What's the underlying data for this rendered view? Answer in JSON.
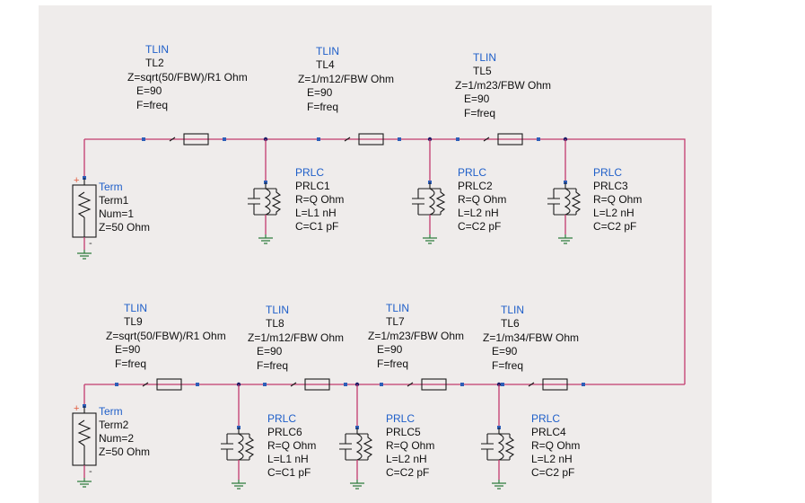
{
  "colors": {
    "background": "#efeceb",
    "wire": "#c23b6e",
    "ground": "#2e7b3c",
    "component_type": "#1f5fc9",
    "parameters": "#101010"
  },
  "tlines": {
    "TL2": {
      "type": "TLIN",
      "name": "TL2",
      "z": "Z=sqrt(50/FBW)/R1 Ohm",
      "e": "E=90",
      "f": "F=freq"
    },
    "TL4": {
      "type": "TLIN",
      "name": "TL4",
      "z": "Z=1/m12/FBW Ohm",
      "e": "E=90",
      "f": "F=freq"
    },
    "TL5": {
      "type": "TLIN",
      "name": "TL5",
      "z": "Z=1/m23/FBW Ohm",
      "e": "E=90",
      "f": "F=freq"
    },
    "TL9": {
      "type": "TLIN",
      "name": "TL9",
      "z": "Z=sqrt(50/FBW)/R1 Ohm",
      "e": "E=90",
      "f": "F=freq"
    },
    "TL8": {
      "type": "TLIN",
      "name": "TL8",
      "z": "Z=1/m12/FBW Ohm",
      "e": "E=90",
      "f": "F=freq"
    },
    "TL7": {
      "type": "TLIN",
      "name": "TL7",
      "z": "Z=1/m23/FBW Ohm",
      "e": "E=90",
      "f": "F=freq"
    },
    "TL6": {
      "type": "TLIN",
      "name": "TL6",
      "z": "Z=1/m34/FBW Ohm",
      "e": "E=90",
      "f": "F=freq"
    }
  },
  "prlcs": {
    "PRLC1": {
      "type": "PRLC",
      "name": "PRLC1",
      "r": "R=Q Ohm",
      "l": "L=L1 nH",
      "c": "C=C1 pF"
    },
    "PRLC2": {
      "type": "PRLC",
      "name": "PRLC2",
      "r": "R=Q Ohm",
      "l": "L=L2 nH",
      "c": "C=C2 pF"
    },
    "PRLC3": {
      "type": "PRLC",
      "name": "PRLC3",
      "r": "R=Q Ohm",
      "l": "L=L2 nH",
      "c": "C=C2 pF"
    },
    "PRLC6": {
      "type": "PRLC",
      "name": "PRLC6",
      "r": "R=Q Ohm",
      "l": "L=L1 nH",
      "c": "C=C1 pF"
    },
    "PRLC5": {
      "type": "PRLC",
      "name": "PRLC5",
      "r": "R=Q Ohm",
      "l": "L=L2 nH",
      "c": "C=C2 pF"
    },
    "PRLC4": {
      "type": "PRLC",
      "name": "PRLC4",
      "r": "R=Q Ohm",
      "l": "L=L2 nH",
      "c": "C=C2 pF"
    }
  },
  "terms": {
    "Term1": {
      "type": "Term",
      "name": "Term1",
      "num": "Num=1",
      "z": "Z=50 Ohm"
    },
    "Term2": {
      "type": "Term",
      "name": "Term2",
      "num": "Num=2",
      "z": "Z=50 Ohm"
    }
  },
  "symbols": {
    "plus": "+",
    "minus": "-"
  }
}
